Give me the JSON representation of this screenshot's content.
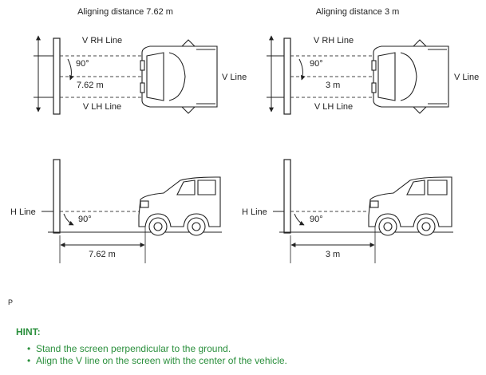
{
  "diagram": {
    "left_title": "Aligning distance 7.62 m",
    "right_title": "Aligning distance 3 m",
    "v_rh_line": "V RH Line",
    "v_lh_line": "V LH Line",
    "v_line": "V Line",
    "h_line": "H Line",
    "angle": "90°",
    "distance_left": "7.62 m",
    "distance_right": "3 m"
  },
  "page_marker": "P",
  "hint": {
    "title": "HINT:",
    "items": [
      "Stand the screen perpendicular to the ground.",
      "Align the V line on the screen with the center of the vehicle."
    ]
  },
  "colors": {
    "hint_green": "#2a8f3c",
    "line": "#222222"
  }
}
